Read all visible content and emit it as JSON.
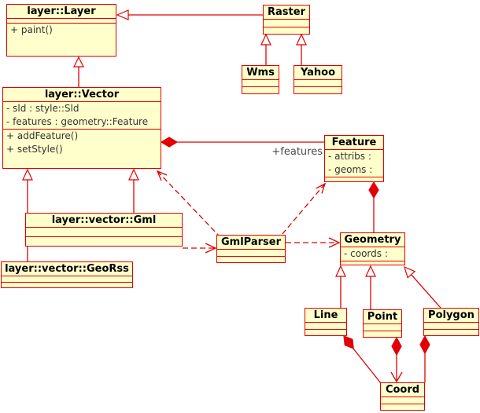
{
  "diagram": {
    "type": "uml-class-diagram",
    "colors": {
      "stroke": "#e20000",
      "class_fill": "#ffffcc",
      "title_text": "#000000",
      "member_text": "#333333",
      "background": "#ffffff"
    },
    "classes": {
      "layer": {
        "title": "layer::Layer",
        "attributes": [],
        "methods": [
          "+ paint()"
        ]
      },
      "raster": {
        "title": "Raster",
        "attributes": [],
        "methods": []
      },
      "wms": {
        "title": "Wms",
        "attributes": [],
        "methods": []
      },
      "yahoo": {
        "title": "Yahoo",
        "attributes": [],
        "methods": []
      },
      "vector": {
        "title": "layer::Vector",
        "attributes": [
          "- sld : style::Sld",
          "- features : geometry::Feature"
        ],
        "methods": [
          "+ addFeature()",
          "+ setStyle()"
        ]
      },
      "feature": {
        "title": "Feature",
        "attributes": [
          "- attribs :",
          "- geoms :"
        ],
        "methods": []
      },
      "gml": {
        "title": "layer::vector::Gml",
        "attributes": [],
        "methods": []
      },
      "georss": {
        "title": "layer::vector::GeoRss",
        "attributes": [],
        "methods": []
      },
      "gmlparser": {
        "title": "GmlParser",
        "attributes": [],
        "methods": []
      },
      "geometry": {
        "title": "Geometry",
        "attributes": [
          "- coords :"
        ],
        "methods": []
      },
      "line": {
        "title": "Line",
        "attributes": [],
        "methods": []
      },
      "point": {
        "title": "Point",
        "attributes": [],
        "methods": []
      },
      "polygon": {
        "title": "Polygon",
        "attributes": [],
        "methods": []
      },
      "coord": {
        "title": "Coord",
        "attributes": [],
        "methods": []
      }
    },
    "labels": {
      "features_role": "+features"
    },
    "relationships": [
      {
        "from": "Raster",
        "to": "layer::Layer",
        "type": "generalization"
      },
      {
        "from": "Wms",
        "to": "Raster",
        "type": "generalization"
      },
      {
        "from": "Yahoo",
        "to": "Raster",
        "type": "generalization"
      },
      {
        "from": "layer::Vector",
        "to": "layer::Layer",
        "type": "generalization"
      },
      {
        "from": "layer::vector::Gml",
        "to": "layer::Vector",
        "type": "generalization"
      },
      {
        "from": "layer::vector::GeoRss",
        "to": "layer::Vector",
        "type": "generalization"
      },
      {
        "from": "layer::Vector",
        "to": "Feature",
        "type": "composition",
        "label": "+features"
      },
      {
        "from": "Feature",
        "to": "Geometry",
        "type": "composition"
      },
      {
        "from": "GmlParser",
        "to": "layer::Vector",
        "type": "dependency"
      },
      {
        "from": "GmlParser",
        "to": "Feature",
        "type": "dependency"
      },
      {
        "from": "GmlParser",
        "to": "Geometry",
        "type": "dependency"
      },
      {
        "from": "layer::vector::Gml",
        "to": "GmlParser",
        "type": "dependency"
      },
      {
        "from": "Line",
        "to": "Geometry",
        "type": "generalization"
      },
      {
        "from": "Point",
        "to": "Geometry",
        "type": "generalization"
      },
      {
        "from": "Polygon",
        "to": "Geometry",
        "type": "generalization"
      },
      {
        "from": "Line",
        "to": "Coord",
        "type": "composition"
      },
      {
        "from": "Point",
        "to": "Coord",
        "type": "composition"
      },
      {
        "from": "Polygon",
        "to": "Coord",
        "type": "composition"
      }
    ]
  }
}
